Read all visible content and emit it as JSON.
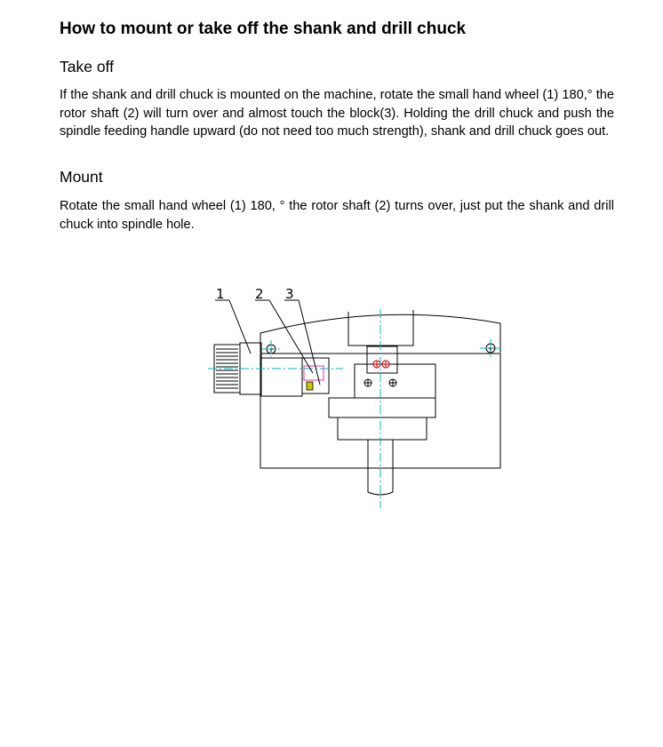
{
  "document": {
    "title": "How to mount or take off the shank and drill chuck",
    "sections": [
      {
        "heading": "Take off",
        "body": "If the shank and drill chuck is mounted on the machine, rotate the small hand wheel (1) 180,° the rotor shaft (2) will turn over and almost touch the block(3). Holding the drill chuck and push the spindle feeding handle upward (do not need too much strength), shank and drill chuck goes out."
      },
      {
        "heading": "Mount",
        "body": "Rotate the small hand wheel (1) 180, ° the rotor shaft (2) turns over, just put the shank and drill chuck into spindle hole."
      }
    ]
  },
  "diagram": {
    "callouts": [
      "1",
      "2",
      "3"
    ],
    "colors": {
      "outline": "#000000",
      "centerline": "#00b4c8",
      "highlight": "#e23aa0",
      "marker": "#d41a1a",
      "accent": "#c8c800"
    }
  }
}
